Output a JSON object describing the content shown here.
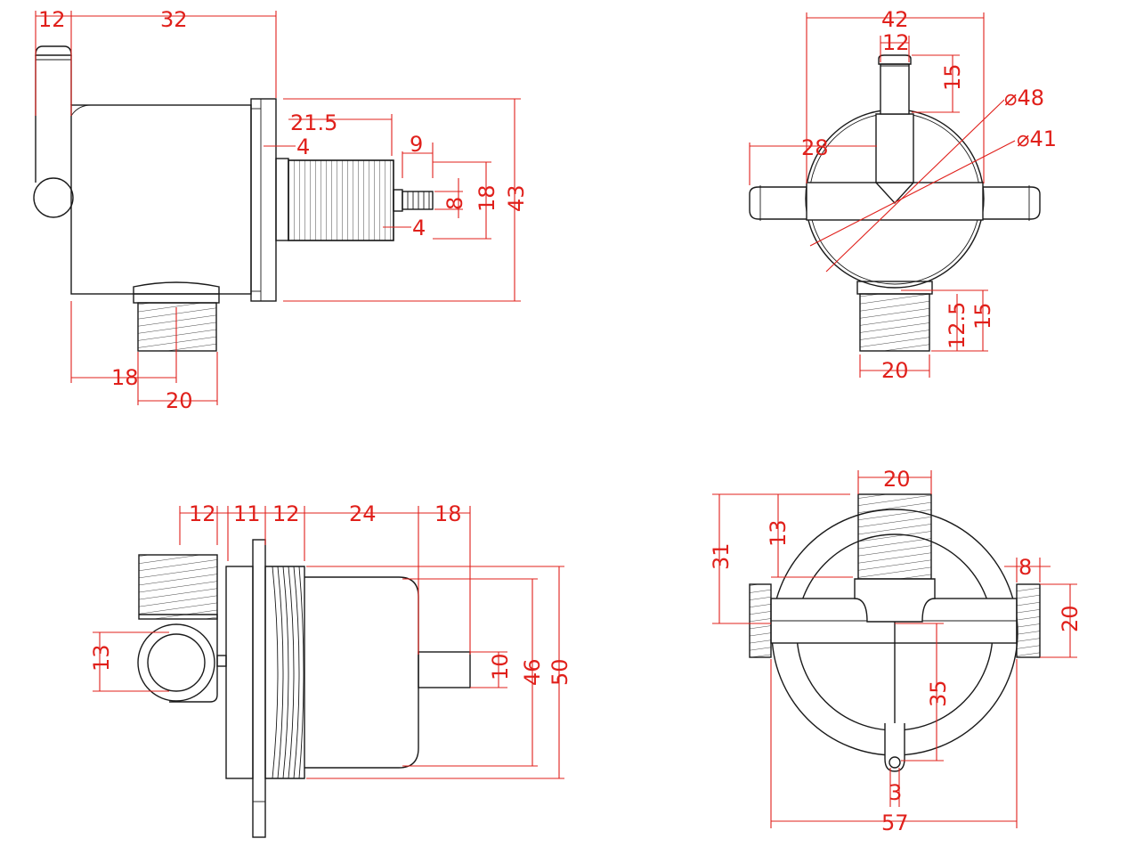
{
  "colors": {
    "dimension": "#e0201b",
    "outline": "#1a1a1a",
    "background": "#ffffff"
  },
  "views": {
    "side": {
      "dims": {
        "d12": "12",
        "d32": "32",
        "d21_5": "21.5",
        "d4a": "4",
        "d9": "9",
        "d8": "8",
        "d18v": "18",
        "d43": "43",
        "d4b": "4",
        "d18h": "18",
        "d20": "20"
      }
    },
    "top": {
      "dims": {
        "d42": "42",
        "d12": "12",
        "d15top": "15",
        "dia48": "⌀48",
        "dia41": "⌀41",
        "d28": "28",
        "d12_5": "12.5",
        "d15": "15",
        "d20": "20"
      }
    },
    "front": {
      "dims": {
        "d12a": "12",
        "d11": "11",
        "d12b": "12",
        "d24": "24",
        "d18": "18",
        "d13": "13",
        "d10": "10",
        "d46": "46",
        "d50": "50"
      }
    },
    "bottom": {
      "dims": {
        "d20top": "20",
        "d31": "31",
        "d13": "13",
        "d8": "8",
        "d20right": "20",
        "d35": "35",
        "d3": "3",
        "d57": "57"
      }
    }
  }
}
